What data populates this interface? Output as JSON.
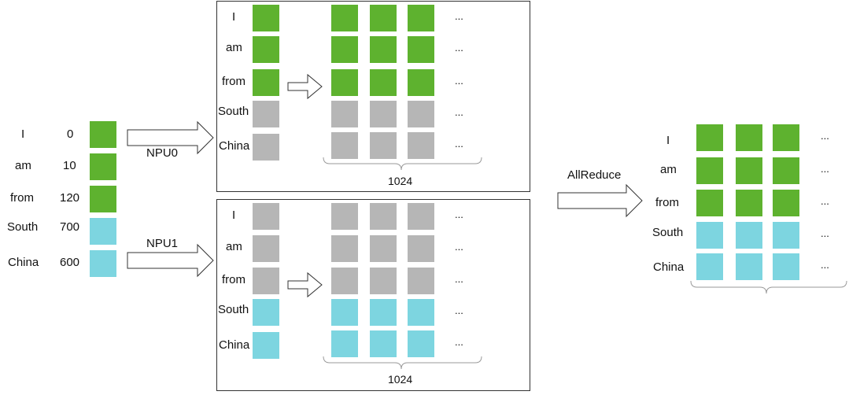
{
  "colors": {
    "green": "#5eb22f",
    "gray": "#b6b6b6",
    "cyan": "#7dd5e0"
  },
  "vocab": {
    "words": [
      "I",
      "am",
      "from",
      "South",
      "China"
    ],
    "ids": [
      "0",
      "10",
      "120",
      "700",
      "600"
    ],
    "colors": [
      "green",
      "green",
      "green",
      "cyan",
      "cyan"
    ]
  },
  "npu0": {
    "label": "NPU0",
    "words": [
      "I",
      "am",
      "from",
      "South",
      "China"
    ],
    "colors": [
      "green",
      "green",
      "green",
      "gray",
      "gray"
    ],
    "width_label": "1024",
    "ellipsis": "..."
  },
  "npu1": {
    "label": "NPU1",
    "words": [
      "I",
      "am",
      "from",
      "South",
      "China"
    ],
    "colors": [
      "gray",
      "gray",
      "gray",
      "cyan",
      "cyan"
    ],
    "width_label": "1024",
    "ellipsis": "..."
  },
  "result": {
    "label": "AllReduce",
    "words": [
      "I",
      "am",
      "from",
      "South",
      "China"
    ],
    "colors": [
      "green",
      "green",
      "green",
      "cyan",
      "cyan"
    ],
    "ellipsis": "..."
  }
}
